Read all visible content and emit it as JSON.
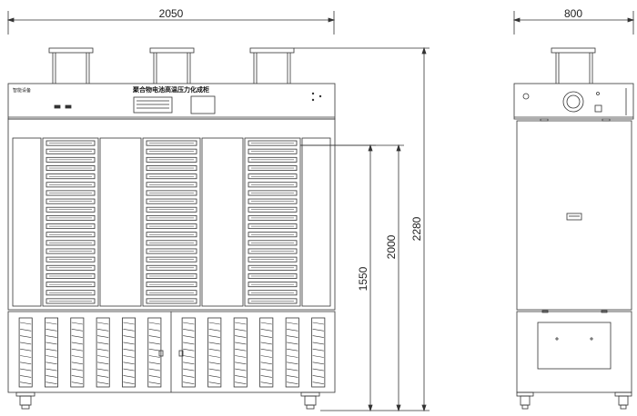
{
  "dimensions": {
    "front_width": "2050",
    "side_width": "800",
    "height_total": "2280",
    "height_tray_top": "2000",
    "height_tray_bottom": "1550"
  },
  "front_panel": {
    "title": "聚合物电池高温压力化成柜",
    "brand": "智能设备"
  },
  "tray_count_per_column": 20,
  "tray_columns": 3,
  "louver_columns_per_door": 6
}
